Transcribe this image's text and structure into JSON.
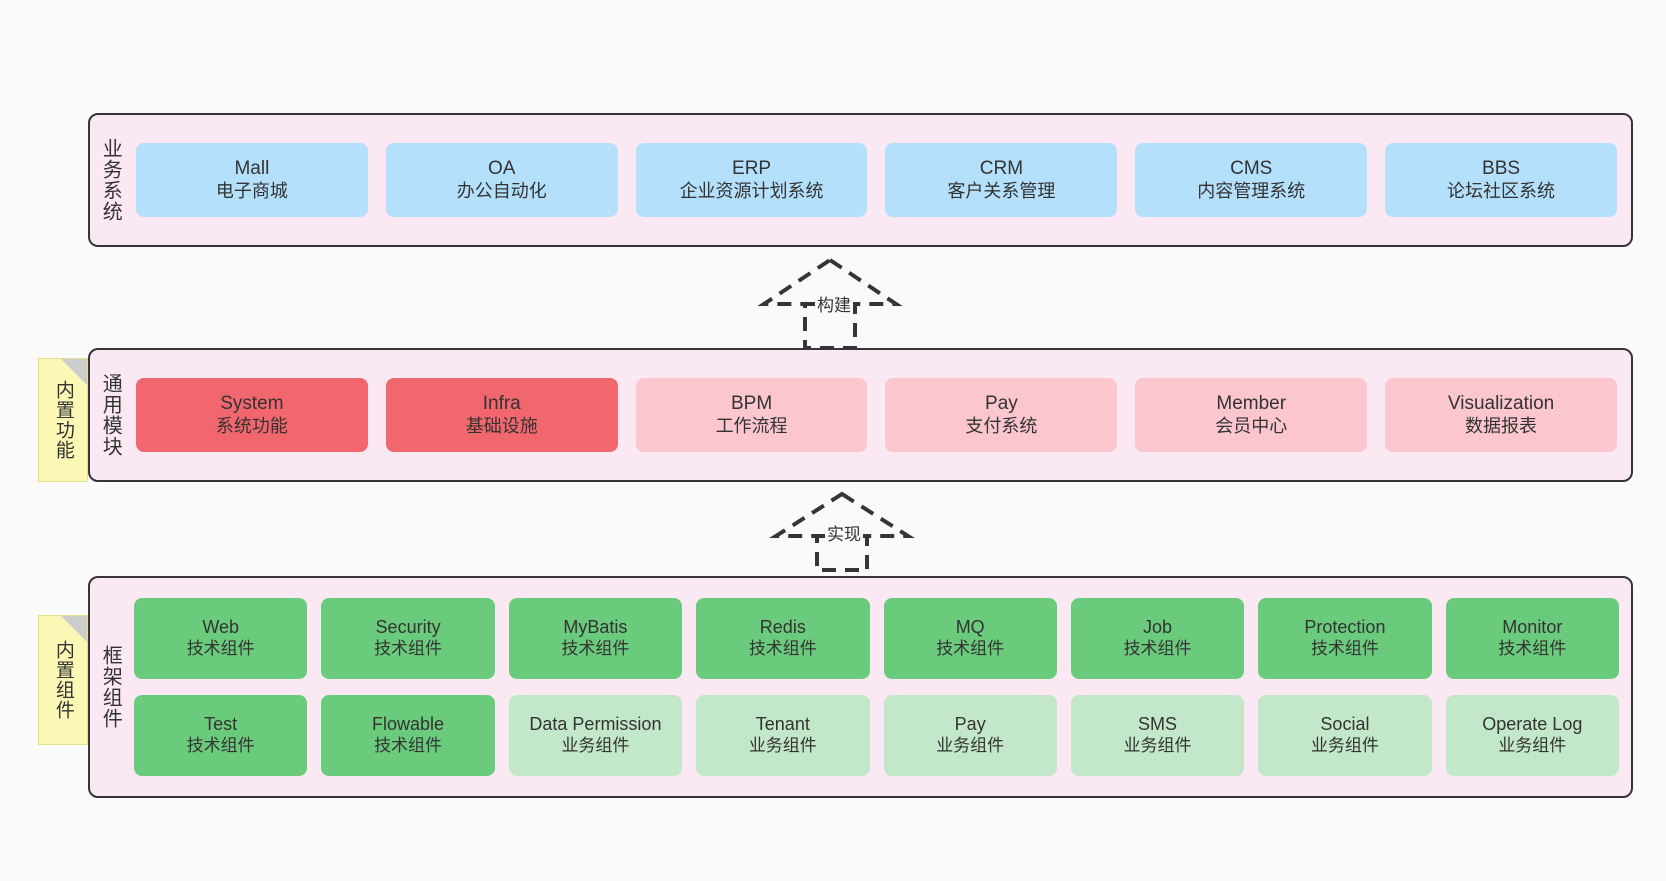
{
  "layers": [
    {
      "id": "business",
      "title": "业务系统",
      "rows": [
        [
          {
            "name": "Mall",
            "sub": "电子商城",
            "color": "#b5e0fb"
          },
          {
            "name": "OA",
            "sub": "办公自动化",
            "color": "#b5e0fb"
          },
          {
            "name": "ERP",
            "sub": "企业资源计划系统",
            "color": "#b5e0fb"
          },
          {
            "name": "CRM",
            "sub": "客户关系管理",
            "color": "#b5e0fb"
          },
          {
            "name": "CMS",
            "sub": "内容管理系统",
            "color": "#b5e0fb"
          },
          {
            "name": "BBS",
            "sub": "论坛社区系统",
            "color": "#b5e0fb"
          }
        ]
      ]
    },
    {
      "id": "modules",
      "title": "通用模块",
      "rows": [
        [
          {
            "name": "System",
            "sub": "系统功能",
            "color": "#f2676d"
          },
          {
            "name": "Infra",
            "sub": "基础设施",
            "color": "#f2676d"
          },
          {
            "name": "BPM",
            "sub": "工作流程",
            "color": "#fbc6cd"
          },
          {
            "name": "Pay",
            "sub": "支付系统",
            "color": "#fbc6cd"
          },
          {
            "name": "Member",
            "sub": "会员中心",
            "color": "#fbc6cd"
          },
          {
            "name": "Visualization",
            "sub": "数据报表",
            "color": "#fbc6cd"
          }
        ]
      ]
    },
    {
      "id": "framework",
      "title": "框架组件",
      "rows": [
        [
          {
            "name": "Web",
            "sub": "技术组件",
            "color": "#6bcb7d"
          },
          {
            "name": "Security",
            "sub": "技术组件",
            "color": "#6bcb7d"
          },
          {
            "name": "MyBatis",
            "sub": "技术组件",
            "color": "#6bcb7d"
          },
          {
            "name": "Redis",
            "sub": "技术组件",
            "color": "#6bcb7d"
          },
          {
            "name": "MQ",
            "sub": "技术组件",
            "color": "#6bcb7d"
          },
          {
            "name": "Job",
            "sub": "技术组件",
            "color": "#6bcb7d"
          },
          {
            "name": "Protection",
            "sub": "技术组件",
            "color": "#6bcb7d"
          },
          {
            "name": "Monitor",
            "sub": "技术组件",
            "color": "#6bcb7d"
          }
        ],
        [
          {
            "name": "Test",
            "sub": "技术组件",
            "color": "#6bcb7d"
          },
          {
            "name": "Flowable",
            "sub": "技术组件",
            "color": "#6bcb7d"
          },
          {
            "name": "Data Permission",
            "sub": "业务组件",
            "color": "#c3e8c9"
          },
          {
            "name": "Tenant",
            "sub": "业务组件",
            "color": "#c3e8c9"
          },
          {
            "name": "Pay",
            "sub": "业务组件",
            "color": "#c3e8c9"
          },
          {
            "name": "SMS",
            "sub": "业务组件",
            "color": "#c3e8c9"
          },
          {
            "name": "Social",
            "sub": "业务组件",
            "color": "#c3e8c9"
          },
          {
            "name": "Operate Log",
            "sub": "业务组件",
            "color": "#c3e8c9"
          }
        ]
      ]
    }
  ],
  "notes": [
    {
      "id": "functions",
      "label": "内置功能"
    },
    {
      "id": "components",
      "label": "内置组件"
    }
  ],
  "arrows": [
    {
      "id": "build",
      "label": "构建"
    },
    {
      "id": "implement",
      "label": "实现"
    }
  ],
  "colors": {
    "background": "#fafafa",
    "layer_fill": "#fae9f3",
    "layer_border": "#36343a",
    "business_box": "#b5e0fb",
    "module_strong": "#f2676d",
    "module_light": "#fbc6cd",
    "framework_tech": "#6bcb7d",
    "framework_business": "#c3e8c9",
    "note_fill": "#fbf8b6",
    "note_fold": "#cdcdcd",
    "text": "#333333"
  }
}
